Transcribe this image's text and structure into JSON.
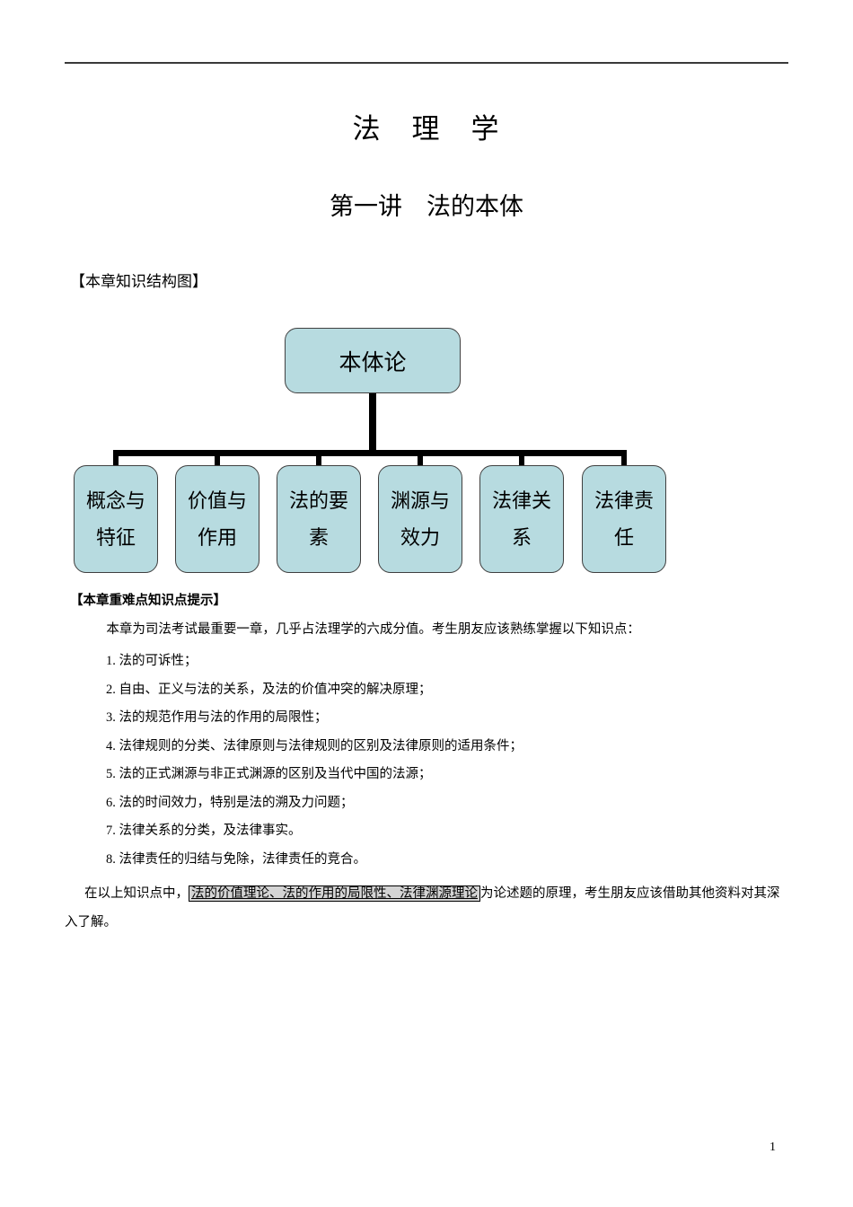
{
  "colors": {
    "box_fill": "#b7dbe0",
    "box_border": "#404040",
    "connector": "#000000",
    "highlight_bg": "#d4d4d4"
  },
  "page": {
    "title": "法　理　学",
    "subtitle": "第一讲　法的本体",
    "page_number": "1"
  },
  "sections": {
    "structure_heading": "【本章知识结构图】",
    "tips_heading": "【本章重难点知识点提示】"
  },
  "diagram": {
    "root_label": "本体论",
    "children": [
      {
        "line1": "概念与",
        "line2": "特征"
      },
      {
        "line1": "价值与",
        "line2": "作用"
      },
      {
        "line1": "法的要",
        "line2": "素"
      },
      {
        "line1": "渊源与",
        "line2": "效力"
      },
      {
        "line1": "法律关",
        "line2": "系"
      },
      {
        "line1": "法律责",
        "line2": "任"
      }
    ]
  },
  "content": {
    "intro": "本章为司法考试最重要一章，几乎占法理学的六成分值。考生朋友应该熟练掌握以下知识点：",
    "list": [
      "1. 法的可诉性；",
      "2. 自由、正义与法的关系，及法的价值冲突的解决原理；",
      "3. 法的规范作用与法的作用的局限性；",
      "4. 法律规则的分类、法律原则与法律规则的区别及法律原则的适用条件；",
      "5. 法的正式渊源与非正式渊源的区别及当代中国的法源；",
      "6. 法的时间效力，特别是法的溯及力问题；",
      "7. 法律关系的分类，及法律事实。",
      "8. 法律责任的归结与免除，法律责任的竞合。"
    ],
    "closing_prefix": "在以上知识点中，",
    "closing_highlight": "法的价值理论、法的作用的局限性、法律渊源理论",
    "closing_suffix": "为论述题的原理，考生朋友应该借助其他资料对其深入了解。"
  }
}
